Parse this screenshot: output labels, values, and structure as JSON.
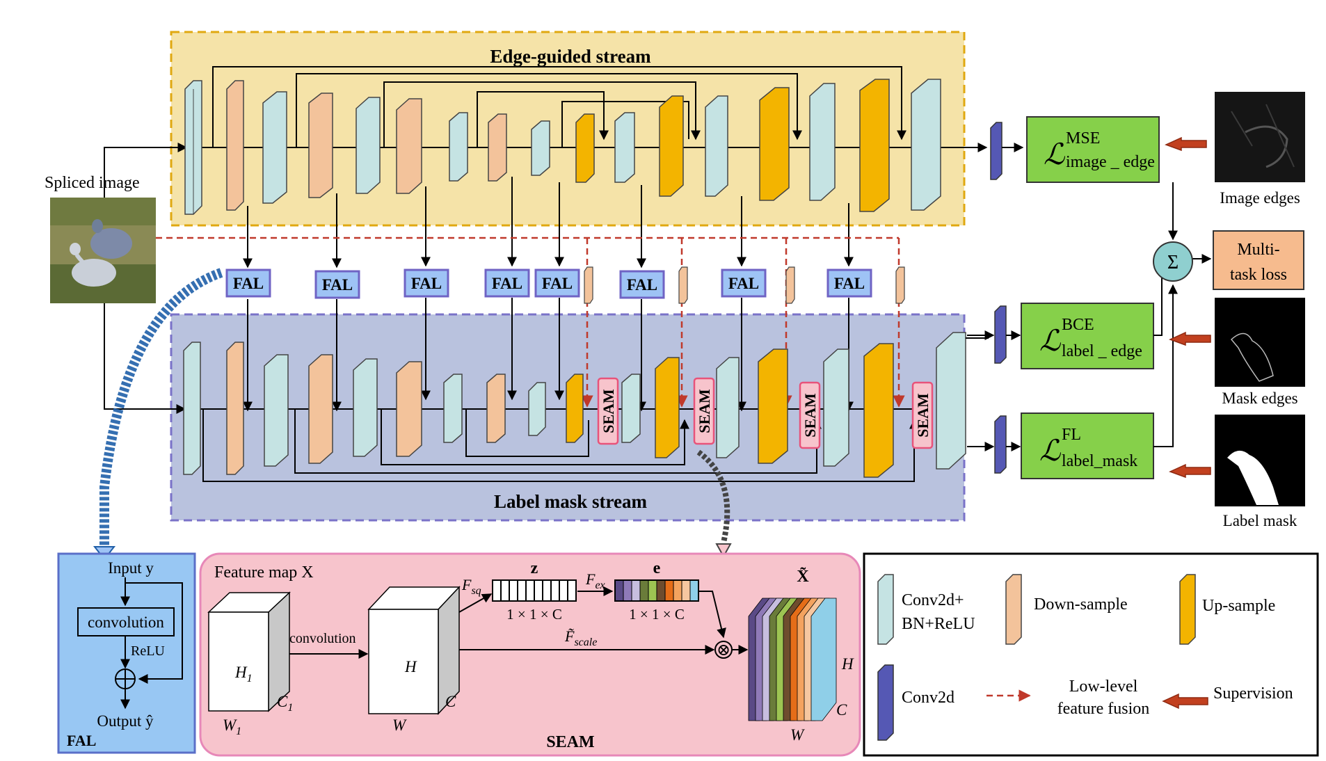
{
  "colors": {
    "conv": "#c5e3e3",
    "down": "#f3c39b",
    "up": "#f3b400",
    "conv2d": "#5558b4",
    "loss_box": "#86d04a",
    "multitask": "#f6bb8e",
    "sum_circle": "#8fcfcf",
    "edge_panel": "#f5e3a8",
    "label_panel": "#b9c2de",
    "seam_panel": "#f7c4cc",
    "fal_panel": "#98c7f3",
    "fal_tag": "#9ec3f5",
    "supervision": "#c2401f",
    "fusion_line": "#c0392b"
  },
  "streams": {
    "edge_title": "Edge-guided stream",
    "label_title": "Label mask stream"
  },
  "input_label": "Spliced image",
  "fal_tag": "FAL",
  "seam_tag": "SEAM",
  "losses": {
    "mse_sup": "MSE",
    "mse_sub": "image _ edge",
    "bce_sup": "BCE",
    "bce_sub": "label _ edge",
    "fl_sup": "FL",
    "fl_sub": "label_mask",
    "script_L": "ℒ",
    "sum_symbol": "Σ",
    "multi_line1": "Multi-",
    "multi_line2": "task loss"
  },
  "images": {
    "image_edges": "Image edges",
    "mask_edges": "Mask edges",
    "label_mask": "Label mask"
  },
  "fal_detail": {
    "input": "Input y",
    "conv": "convolution",
    "relu": "ReLU",
    "output": "Output ŷ",
    "title": "FAL"
  },
  "seam_detail": {
    "feature_map": "Feature map X",
    "conv": "convolution",
    "h1": "H",
    "h1_sub": "1",
    "c1": "C",
    "c1_sub": "1",
    "w1": "W",
    "w1_sub": "1",
    "h": "H",
    "c": "C",
    "w": "W",
    "f_sq": "F",
    "f_sq_sub": "sq",
    "z": "z",
    "z_dim": "1 × 1 × C",
    "f_ex": "F",
    "f_ex_sub": "ex",
    "e": "e",
    "e_dim": "1 × 1 × C",
    "f_scale": "F̃",
    "f_scale_sub": "scale",
    "otimes": "⊗",
    "x_tilde": "X̃",
    "out_h": "H",
    "out_c": "C",
    "out_w": "W",
    "title": "SEAM"
  },
  "legend": {
    "conv_line1": "Conv2d+",
    "conv_line2": "BN+ReLU",
    "down": "Down-sample",
    "up": "Up-sample",
    "conv2d": "Conv2d",
    "fusion_line1": "Low-level",
    "fusion_line2": "feature fusion",
    "supervision": "Supervision"
  }
}
